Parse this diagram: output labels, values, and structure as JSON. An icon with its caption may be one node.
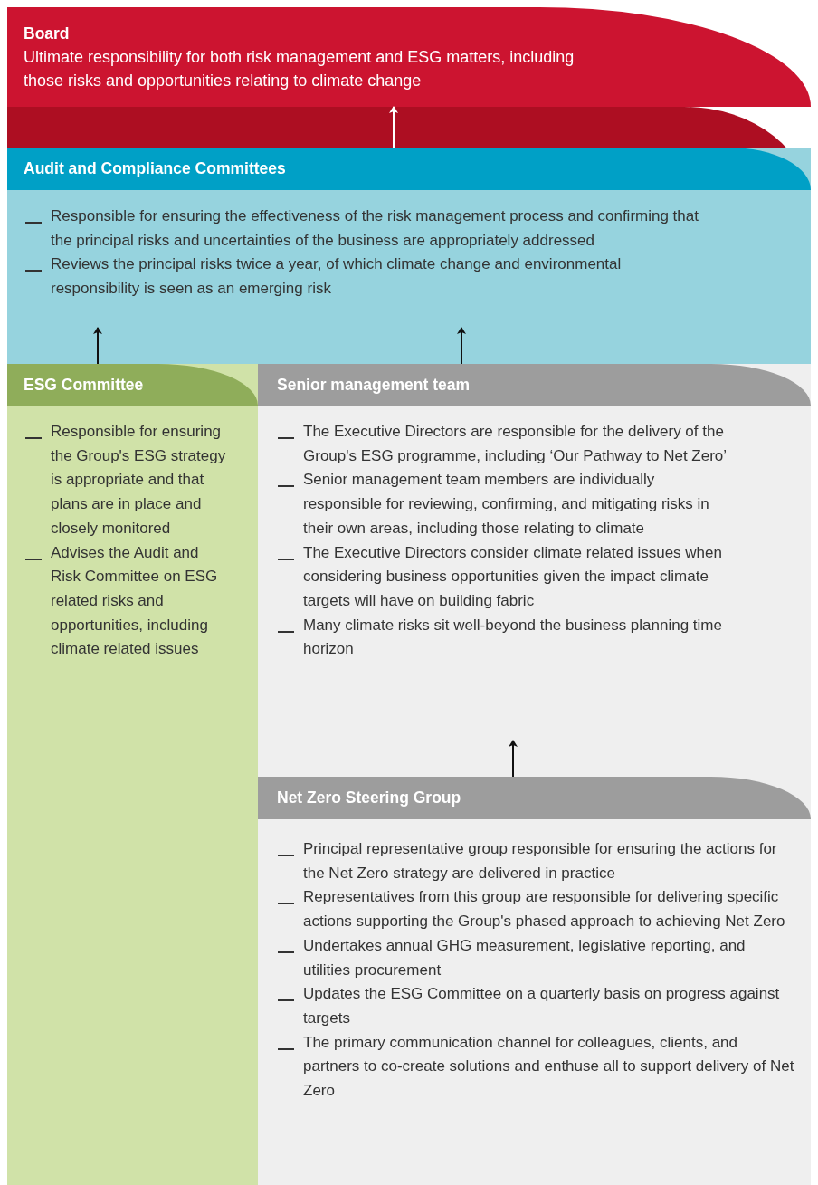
{
  "diagram": {
    "nodes": [
      {
        "text": [
          "Board",
          "Ultimate responsibility for both risk management and ESG matters, including those risks and opportunities relating to climate change"
        ]
      },
      {
        "text": [
          "Audit and Compliance Committees",
          "Responsible for ensuring the effectiveness of the risk management process and confirming that the principal risks and uncertainties of the business are appropriately addressed",
          "Reviews the principal risks twice a year, of which climate change and environmental responsibility is seen as an emerging risk"
        ]
      },
      {
        "text": [
          "ESG Committee",
          "Responsible for ensuring the Group's ESG strategy is appropriate and that plans are in place and closely monitored",
          "Advises the Audit and Risk Committee on ESG related risks and opportunities, including climate related issues"
        ]
      },
      {
        "text": [
          "Senior management team",
          "The Executive Directors are responsible for the delivery of the Group's ESG programme, including ‘Our Pathway to Net Zero’",
          "Senior management team members are individually responsible for reviewing, confirming, and mitigating risks in their own areas, including those relating to climate",
          "The Executive Directors consider climate related issues when considering business opportunities given the impact climate targets will have on building fabric",
          "Many climate risks sit well-beyond the business planning time horizon"
        ]
      },
      {
        "text": [
          "Net Zero Steering Group",
          "Principal representative group responsible for ensuring the actions for the Net Zero strategy are delivered in practice",
          "Representatives from this group are responsible for delivering specific actions supporting the Group's phased approach to achieving Net Zero",
          "Undertakes annual GHG measurement, legislative reporting, and utilities procurement",
          "Updates the ESG Committee on a quarterly basis on progress against targets",
          "The primary communication channel for colleagues, clients, and partners to co-create solutions and enthuse all to support delivery of Net Zero"
        ]
      }
    ],
    "edges": [
      {
        "from": 1,
        "to": 0,
        "arrow": "to",
        "color": "#ffffff"
      },
      {
        "from": 2,
        "to": 1,
        "arrow": "to"
      },
      {
        "from": 3,
        "to": 1,
        "arrow": "to"
      },
      {
        "from": 4,
        "to": 3,
        "arrow": "to"
      }
    ]
  }
}
